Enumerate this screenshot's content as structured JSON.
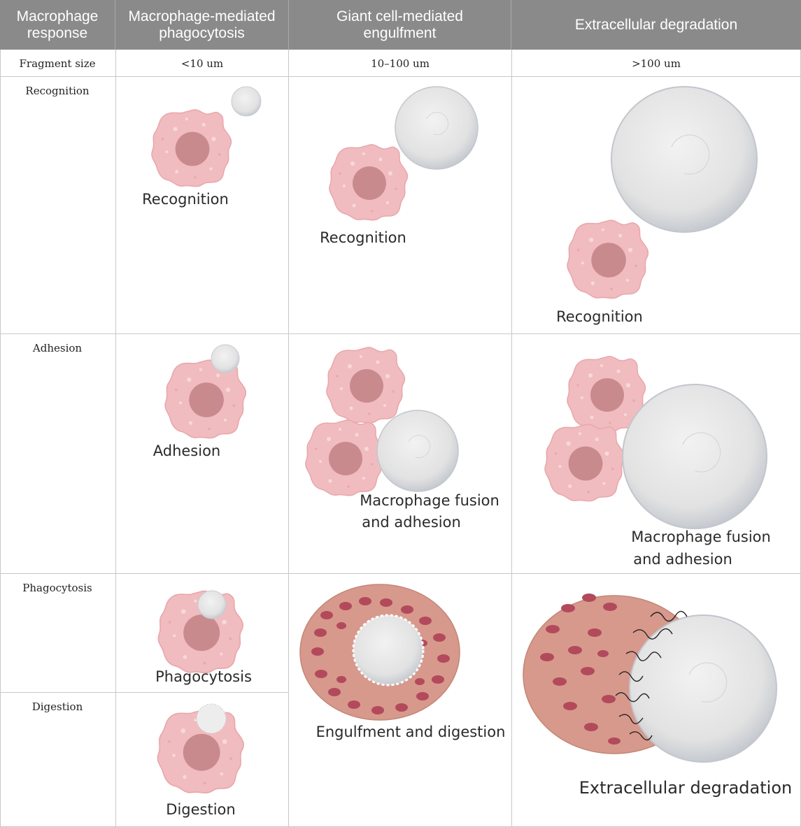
{
  "headers": [
    "Macrophage\nresponse",
    "Macrophage-mediated\nphagocytosis",
    "Giant cell-mediated\nengulfment",
    "Extracellular degradation"
  ],
  "size_row": {
    "label": "Fragment size",
    "values": [
      "<10 um",
      "10–100 um",
      ">100 um"
    ]
  },
  "rows": [
    "Recognition",
    "Adhesion",
    "Phagocytosis",
    "Digestion"
  ],
  "captions": {
    "c1_recognition": "Recognition",
    "c2_recognition": "Recognition",
    "c3_recognition": "Recognition",
    "c1_adhesion": "Adhesion",
    "c2_adhesion_1": "Macrophage fusion",
    "c2_adhesion_2": "and adhesion",
    "c3_adhesion_1": "Macrophage fusion",
    "c3_adhesion_2": "and adhesion",
    "c1_phagocytosis": "Phagocytosis",
    "c1_digestion": "Digestion",
    "c2_engulfment": "Engulfment and digestion",
    "c3_degradation": "Extracellular degradation"
  },
  "colors": {
    "header_bg": "#8a8a8a",
    "cell_pink": "#f1bcbf",
    "nucleus": "#c98a8e",
    "particle": "#e4e4e4",
    "giant_cell": "#d7998c",
    "nuclei_red": "#b24a5c"
  }
}
